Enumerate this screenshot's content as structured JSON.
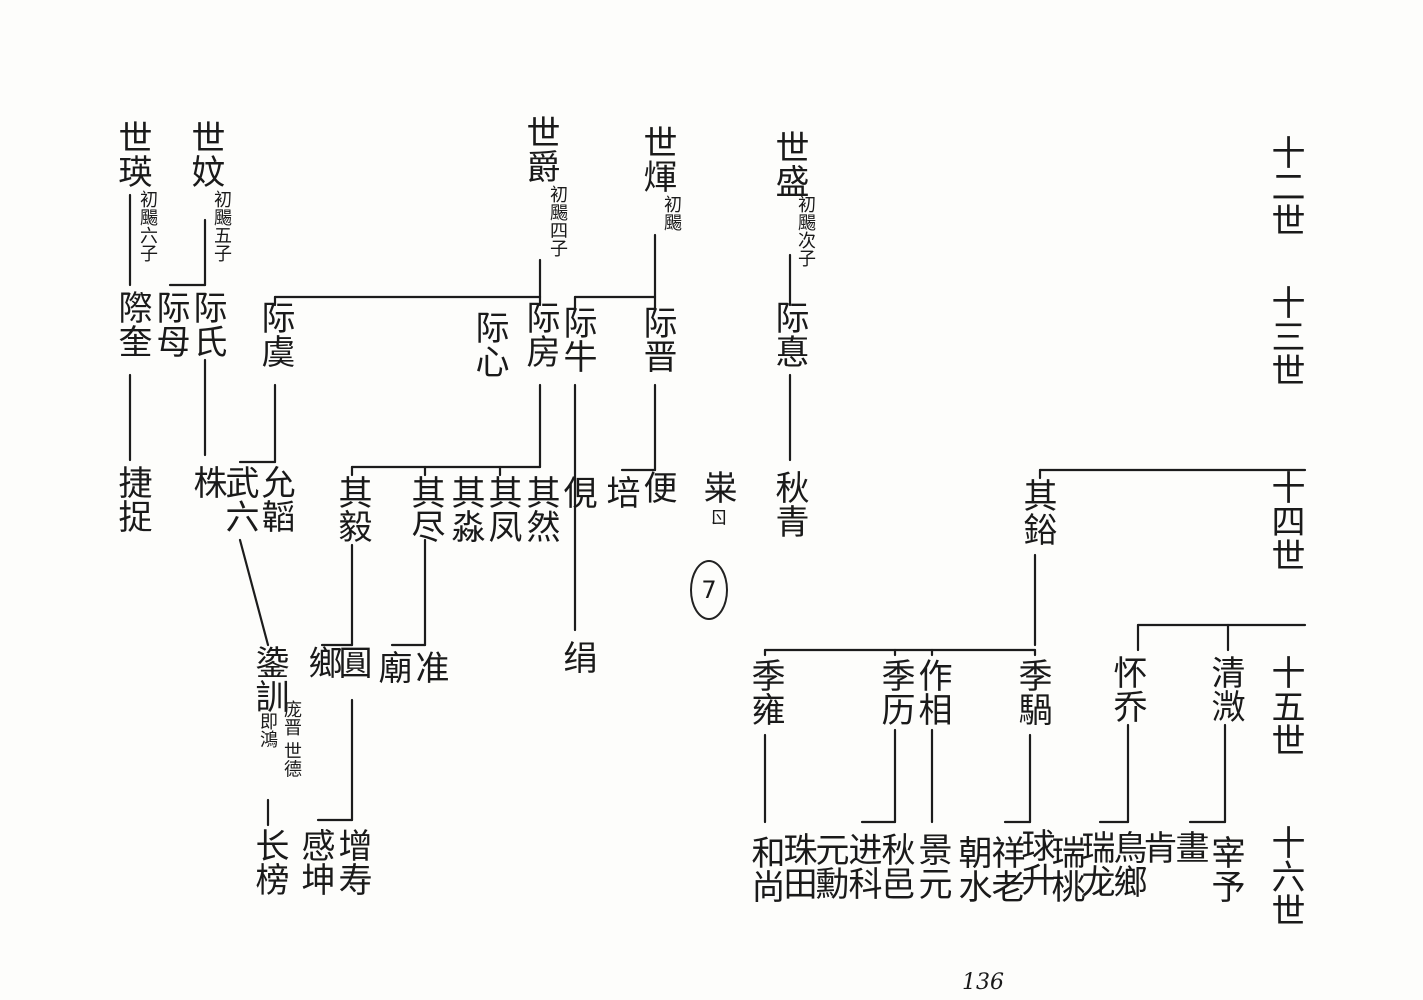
{
  "generations": {
    "g12": "十二世",
    "g13": "十三世",
    "g14": "十四世",
    "g15": "十五世",
    "g16": "十六世"
  },
  "gen12": {
    "shisheng": "世盛",
    "shisheng_note": "初颺次子",
    "shihui": "世煇",
    "shihui_note": "初颺",
    "shijue": "世爵",
    "shijue_note": "初颺四子",
    "shiwen": "世妏",
    "shiwen_note": "初颺五子",
    "shiying": "世瑛",
    "shiying_note": "初颺六子"
  },
  "gen13": {
    "zongci": "际惪",
    "zongjin": "际晋",
    "zongniu": "际牛",
    "zongfang": "际房",
    "zongxin": "际心",
    "zongyu": "际虞",
    "zongshi": "际氏",
    "zongmu": "际母",
    "zongkui": "際奎"
  },
  "gen14": {
    "qiluo": "其鋊",
    "qiuqing": "秋青",
    "bing": "粜",
    "bing_suffix": "ㄖ",
    "bian": "便",
    "pei": "培",
    "hun": "俔",
    "qiran": "其然",
    "qifeng": "其凤",
    "qisen": "其淼",
    "qijin": "其尽",
    "qiyi": "其毅",
    "yuntao": "允韜",
    "wuliu": "武六",
    "zhu": "株",
    "tiyu": "捷捉"
  },
  "gen15": {
    "qingzhi": "清溦",
    "huaiqiao": "怀乔",
    "jiguo": "季騧",
    "zuoxiang": "作相",
    "jili": "季历",
    "jiyong": "季雍",
    "xu": "绢",
    "wei": "准",
    "yu": "廟",
    "yuan": "圓",
    "xiang": "鄉",
    "yingxun": "鍌訓",
    "yingxun_note": "即鴻",
    "yingxun_note2": "庞晋 世德"
  },
  "gen16": {
    "zaiyu": "宰予",
    "hua": "畫",
    "ken": "肯",
    "niaoxiang": "鳥鄉",
    "ruilong": "瑞龙",
    "ruitao": "瑞桃",
    "qiusheng": "球升",
    "xiangqi": "祥老",
    "chaoshui": "朝水",
    "jingyuan": "景元",
    "qiuyue": "秋邑",
    "jinke": "进科",
    "yuanxun": "元勳",
    "zhufu": "珠田",
    "heshang": "和尚",
    "zengshou": "增寿",
    "gankun": "感坤",
    "changbang": "长榜"
  },
  "circled_mark": "7",
  "page_number": "136"
}
